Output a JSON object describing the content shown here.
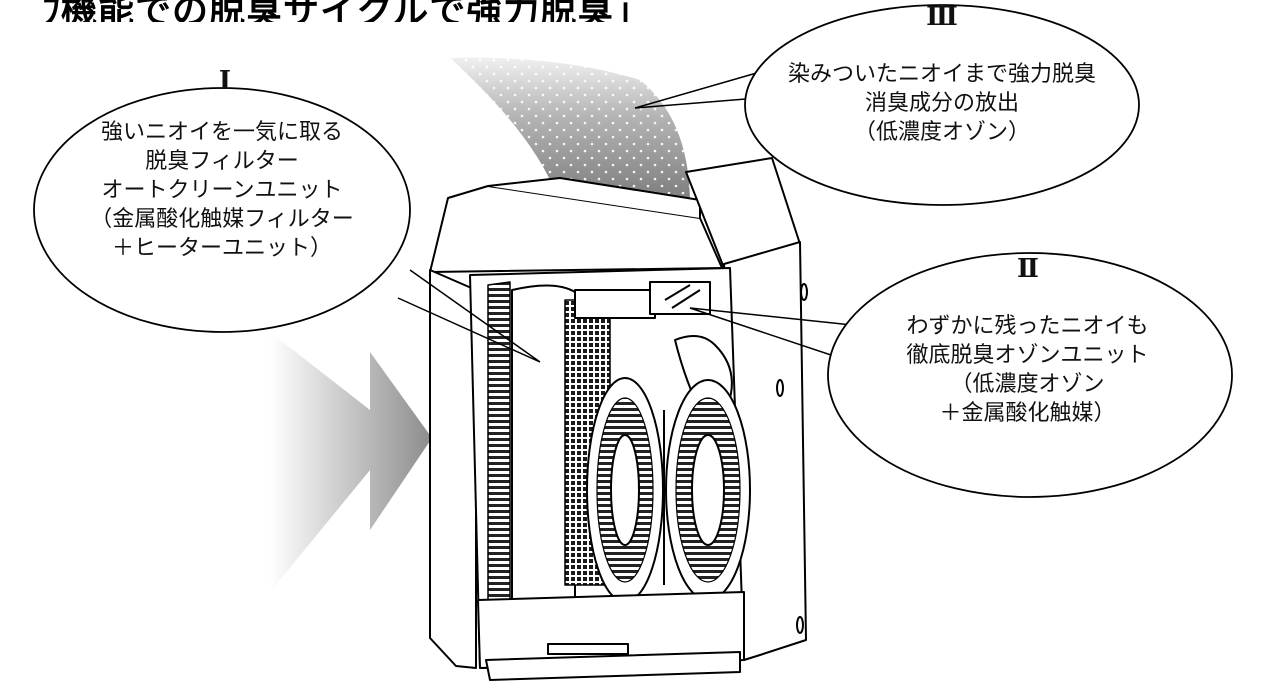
{
  "headline": "ﾌ機能での脱臭サイクルで強力脱臭」",
  "callouts": [
    {
      "numeral": "Ⅰ",
      "lines": [
        "強いニオイを一気に取る",
        "脱臭フィルター",
        "オートクリーンユニット",
        "（金属酸化触媒フィルター",
        "＋ヒーターユニット）"
      ]
    },
    {
      "numeral": "Ⅱ",
      "lines": [
        "わずかに残ったニオイも",
        "徹底脱臭オゾンユニット",
        "（低濃度オゾン",
        "＋金属酸化触媒）"
      ]
    },
    {
      "numeral": "Ⅲ",
      "lines": [
        "染みついたニオイまで強力脱臭",
        "消臭成分の放出",
        "（低濃度オゾン）"
      ]
    }
  ]
}
